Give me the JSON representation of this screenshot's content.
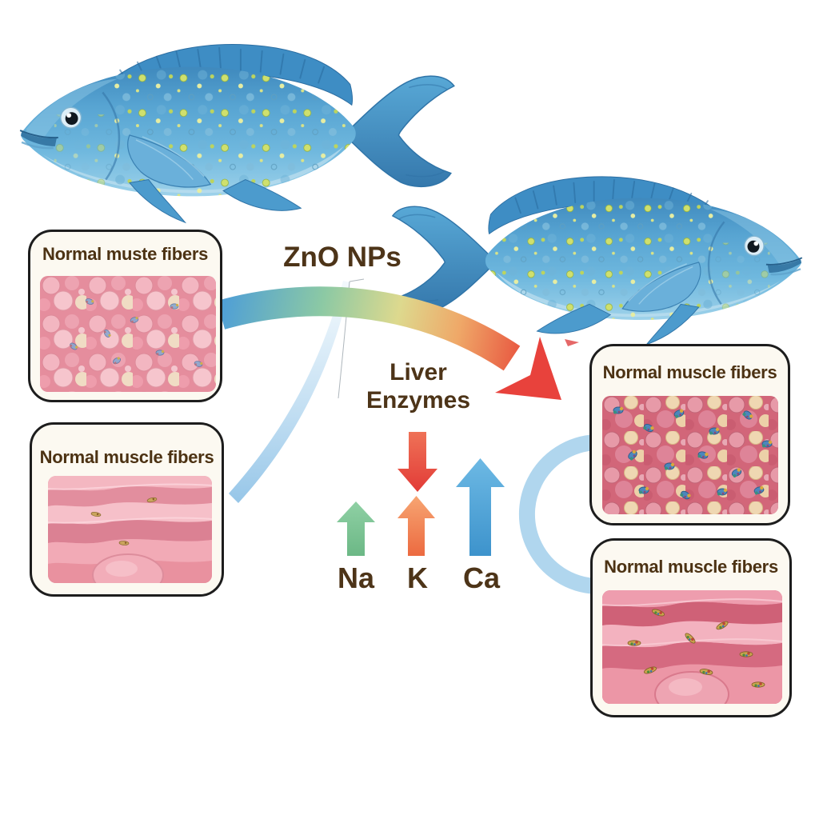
{
  "labels": {
    "zno": "ZnO NPs",
    "liver_line1": "Liver",
    "liver_line2": "Enzymes",
    "na": "Na",
    "k": "K",
    "ca": "Ca"
  },
  "panels": [
    {
      "id": "top-left",
      "title": "Normal muste fibers",
      "image": "muscle-cross-section-light"
    },
    {
      "id": "bottom-left",
      "title": "Normal muscle fibers",
      "image": "muscle-longitudinal-light"
    },
    {
      "id": "top-right",
      "title": "Normal muscle fibers",
      "image": "muscle-cross-section-dense-specks"
    },
    {
      "id": "bottom-right",
      "title": "Normal muscle fibers",
      "image": "muscle-longitudinal-specks"
    }
  ],
  "fish": [
    {
      "name": "fish-upper-left",
      "facing": "left",
      "style": "blue speckled fish"
    },
    {
      "name": "fish-right",
      "facing": "right",
      "style": "blue speckled fish"
    }
  ],
  "arrows": [
    {
      "name": "zno-exposure-arrow",
      "shape": "curved left-to-right",
      "gradient": [
        "#4f9fd6",
        "#8cc9a4",
        "#ddd98e",
        "#efa868",
        "#e8423c"
      ]
    },
    {
      "name": "liver-enzymes-arrow",
      "direction": "down",
      "color": "#e8504a"
    },
    {
      "name": "na-arrow",
      "direction": "up",
      "color": "#7cc494"
    },
    {
      "name": "k-arrow",
      "direction": "up",
      "color": "#f2814f"
    },
    {
      "name": "ca-arrow",
      "direction": "up",
      "color": "#4aa0d8"
    },
    {
      "name": "left-panel-connector-swoosh",
      "color": "#9cc8e8"
    },
    {
      "name": "right-panel-connector-arc",
      "color": "#a9d3ed"
    }
  ],
  "colors": {
    "fish_body": "#57a4d2",
    "fish_fin": "#3e8dc4",
    "fish_speckle": "#cfe06e",
    "panel_background": "#fcf9f1",
    "panel_border": "#1d1d1d",
    "title_text": "#4c3213",
    "histology_pink_light": "#e58d9d",
    "histology_pink_dense": "#d26679",
    "label_text": "#4d3418"
  }
}
